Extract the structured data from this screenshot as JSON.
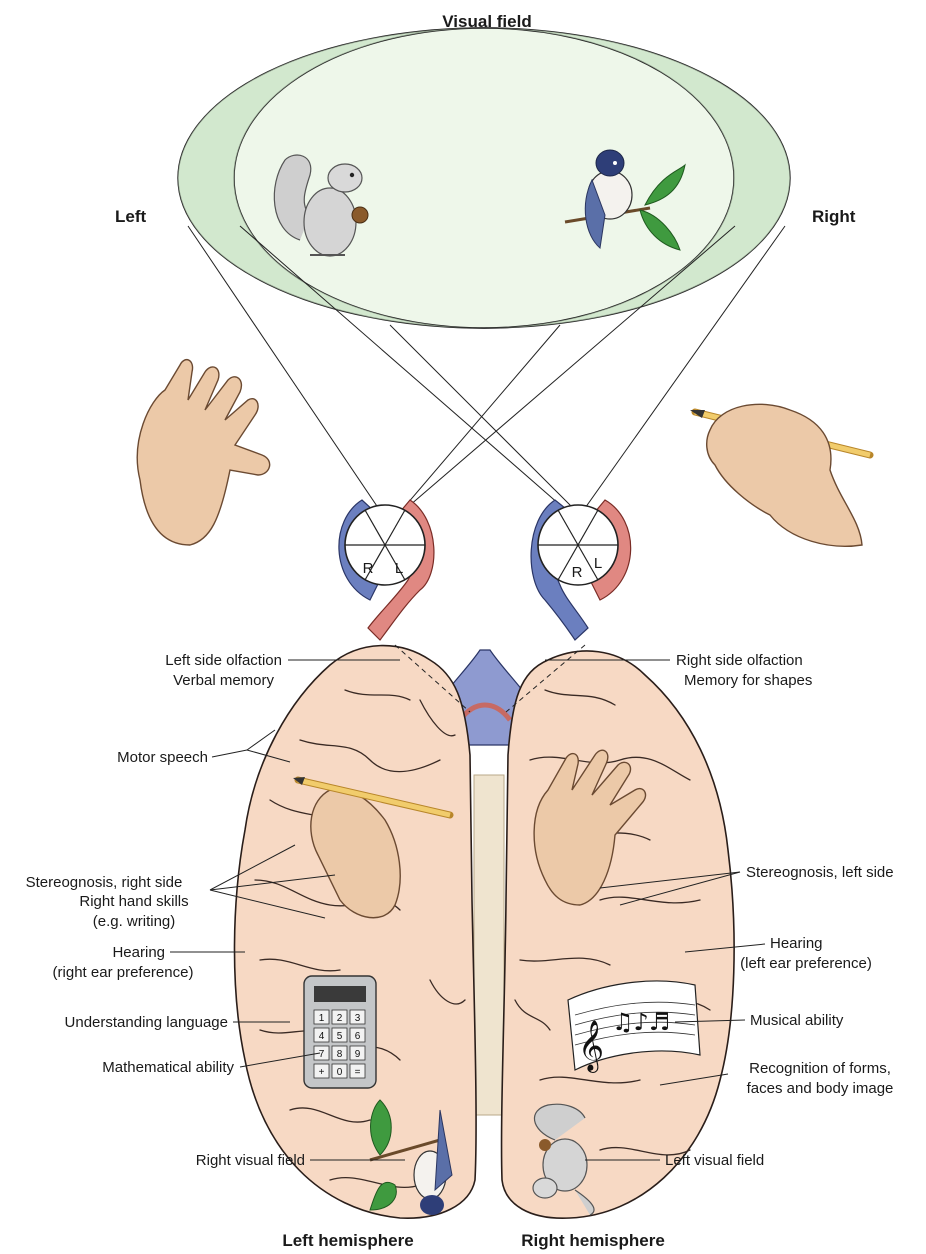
{
  "title": "Visual field",
  "field_left": "Left",
  "field_right": "Right",
  "eye_left": {
    "r": "R",
    "l": "L"
  },
  "eye_right": {
    "r": "R",
    "l": "L"
  },
  "labels_left": {
    "olfaction": "Left side olfaction",
    "verbal_memory": "Verbal memory",
    "motor_speech": "Motor speech",
    "stereognosis": "Stereognosis, right side",
    "hand_skills": "Right hand skills",
    "writing": "(e.g. writing)",
    "hearing": "Hearing",
    "ear_pref": "(right ear preference)",
    "understanding": "Understanding language",
    "math": "Mathematical ability",
    "visual_field": "Right visual field"
  },
  "labels_right": {
    "olfaction": "Right side olfaction",
    "memory_shapes": "Memory for shapes",
    "stereognosis": "Stereognosis, left side",
    "hearing": "Hearing",
    "ear_pref": "(left ear preference)",
    "musical": "Musical ability",
    "recognition": "Recognition of forms,",
    "faces": "faces and body image",
    "visual_field": "Left visual field"
  },
  "calculator_keys": [
    "1",
    "2",
    "3",
    "4",
    "5",
    "6",
    "7",
    "8",
    "9",
    "+",
    "0",
    "="
  ],
  "hemispheres": {
    "left": "Left hemisphere",
    "right": "Right hemisphere"
  }
}
